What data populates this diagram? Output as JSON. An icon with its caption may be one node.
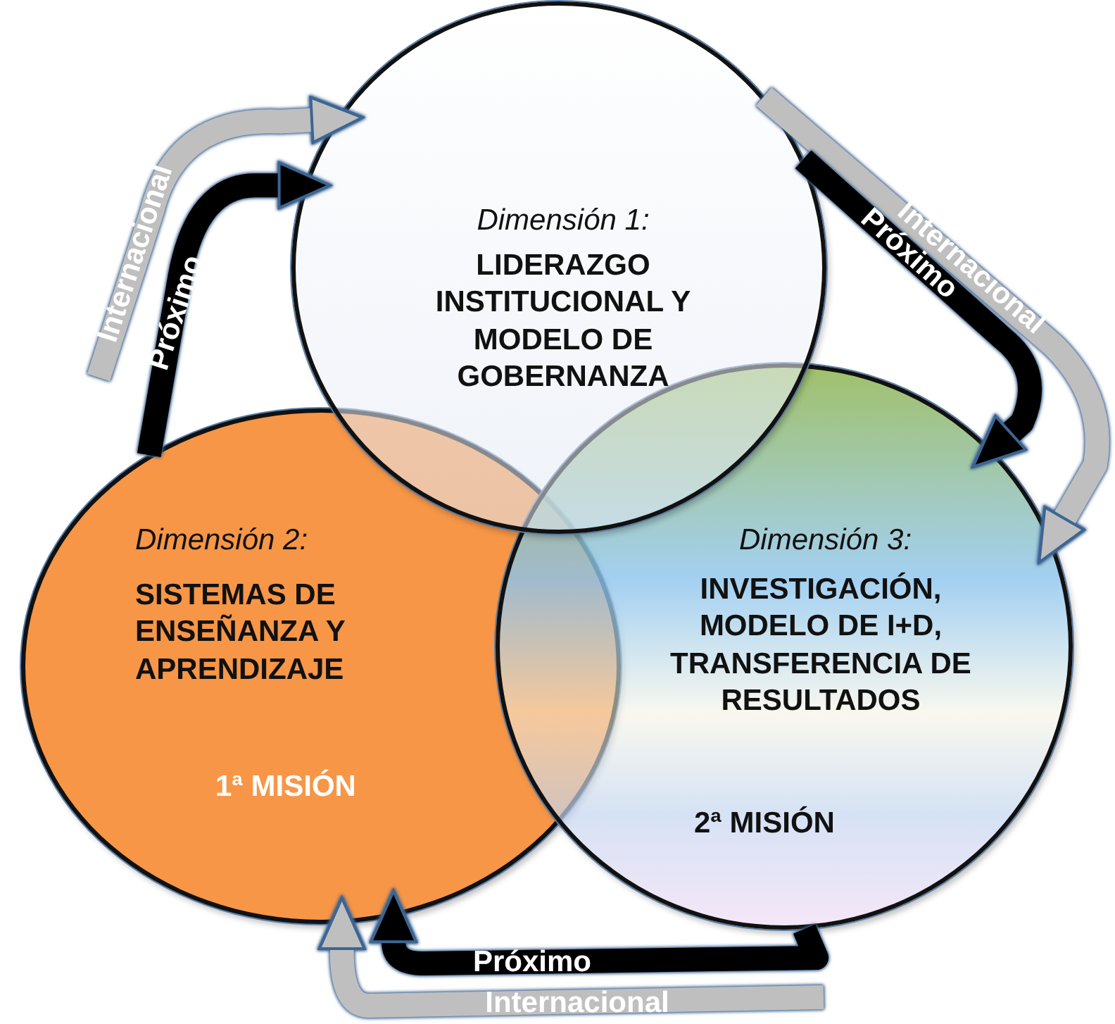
{
  "diagram": {
    "nodes": [
      {
        "text": [
          "Dimensión 1:",
          "LIDERAZGO INSTITUCIONAL Y MODELO DE GOBERNANZA"
        ]
      },
      {
        "text": [
          "Dimensión 2:",
          "SISTEMAS DE ENSEÑANZA Y APRENDIZAJE",
          "1ª MISIÓN"
        ]
      },
      {
        "text": [
          "Dimensión 3:",
          "INVESTIGACIÓN, MODELO DE I+D, TRANSFERENCIA DE RESULTADOS",
          "2ª MISIÓN"
        ]
      }
    ],
    "edges": [
      {
        "from": null,
        "to": 0,
        "arrow": "to",
        "label": "Internacional",
        "color": "#bfbfbf"
      },
      {
        "from": 1,
        "to": 0,
        "arrow": "to",
        "label": "Próximo",
        "color": "#000000"
      },
      {
        "from": 0,
        "to": 2,
        "arrow": "to",
        "label": "Internacional",
        "color": "#bfbfbf"
      },
      {
        "from": 0,
        "to": 2,
        "arrow": "to",
        "label": "Próximo",
        "color": "#000000"
      },
      {
        "from": 2,
        "to": 1,
        "arrow": "to",
        "label": "Próximo",
        "color": "#000000"
      },
      {
        "from": null,
        "to": 1,
        "arrow": "to",
        "label": "Internacional",
        "color": "#bfbfbf"
      }
    ]
  }
}
